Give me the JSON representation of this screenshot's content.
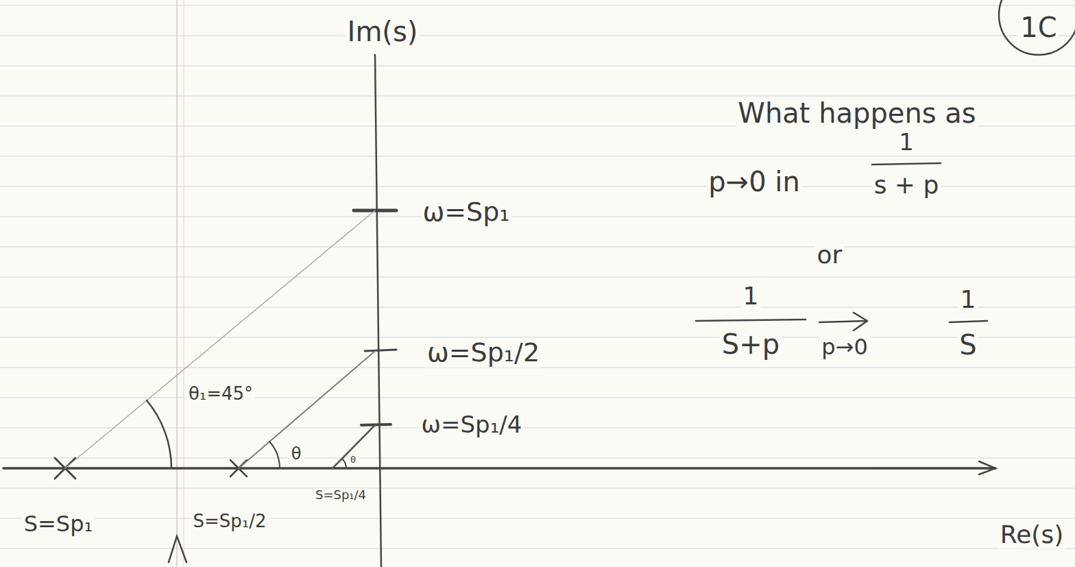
{
  "diagram": {
    "labels": [
      "1C",
      "Im(s)",
      "ω=Sp₁",
      "ω=Sp₁/2",
      "ω=Sp₁/4",
      "θ₁=45°",
      "θ",
      "θ",
      "S=Sp₁",
      "S=Sp₁/2",
      "S=Sp₁/4",
      "Re(s)",
      "What happens as",
      "p→0 in",
      "1",
      "s + p",
      "or",
      "1",
      "S+p",
      "p→0",
      "1",
      "S"
    ]
  }
}
